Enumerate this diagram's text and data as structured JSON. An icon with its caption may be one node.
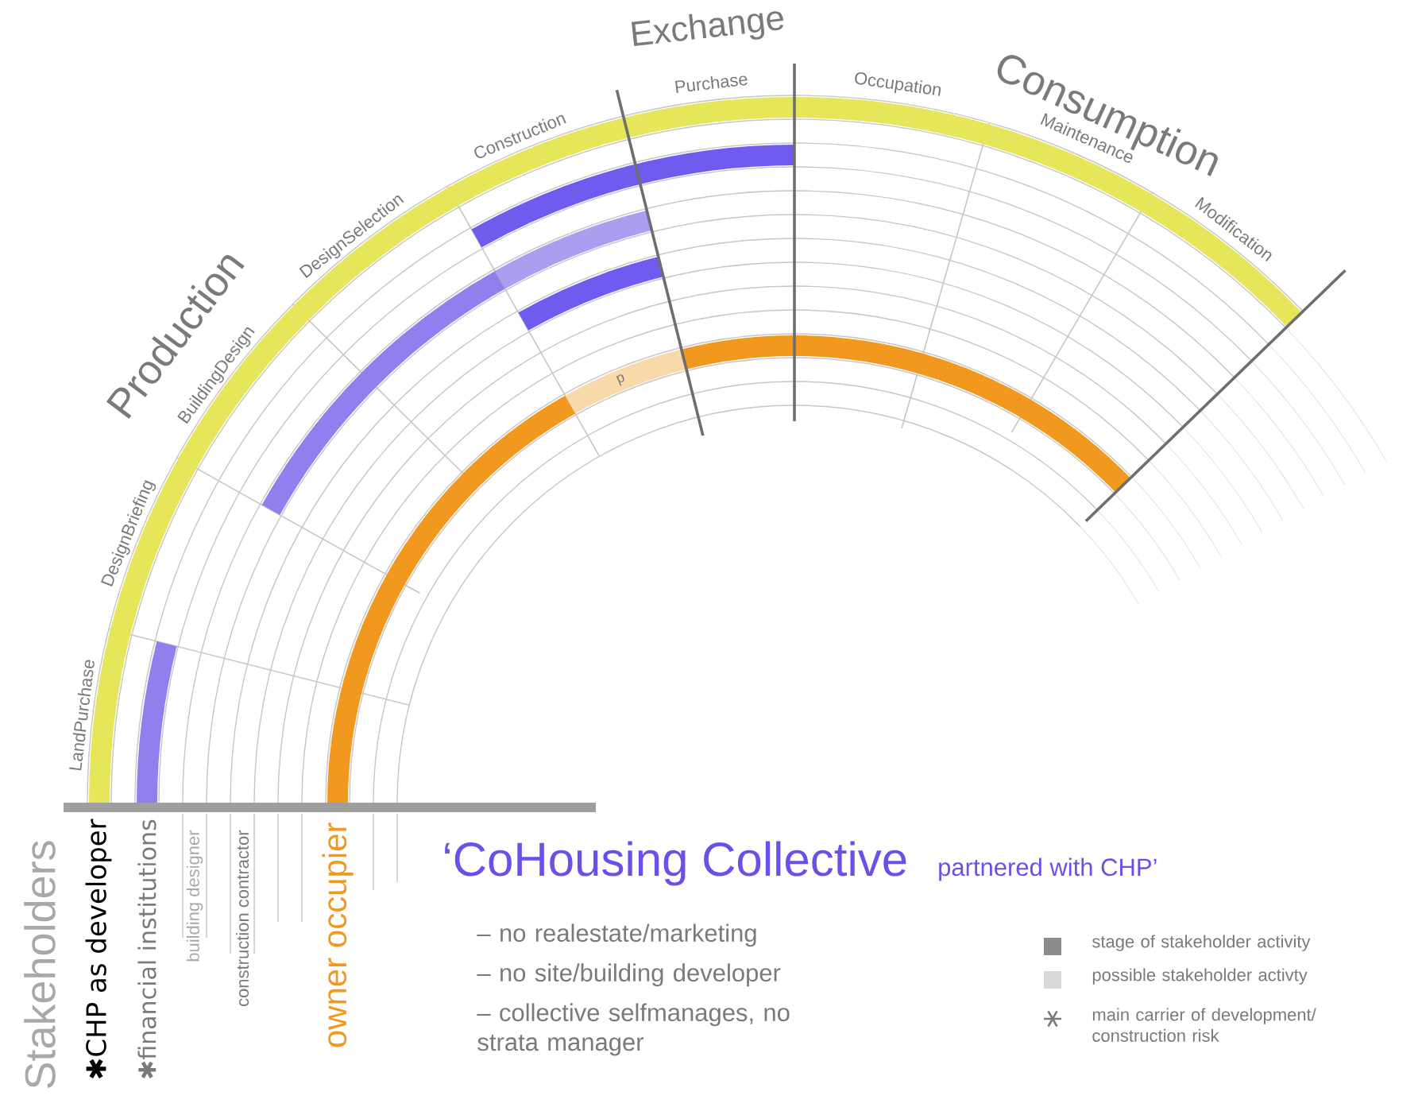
{
  "diagram": {
    "labels": [
      "Exchange",
      "Consumption",
      "Purchase",
      "Occupation",
      "Construction",
      "Maintenance",
      "Production",
      "DesignSelection",
      "Modification",
      "BuildingDesign",
      "p",
      "DesignBriefing",
      "LandPurchase",
      "Stakeholders",
      "✱CHP as developer",
      "✱financial institutions",
      "building designer",
      "construction contractor",
      "owner occupier",
      "‘CoHousing Collective",
      "partnered with CHP’",
      "– no realestate/marketing",
      "– no site/building developer",
      "– collective selfmanages, no strata manager"
    ],
    "legend": [
      {
        "text": "stage of stakeholder activity",
        "color": "#8c8c8c"
      },
      {
        "text": "possible stakeholder activty",
        "color": "#d9d9d9"
      },
      {
        "text": "main carrier of development/ construction risk"
      }
    ]
  }
}
